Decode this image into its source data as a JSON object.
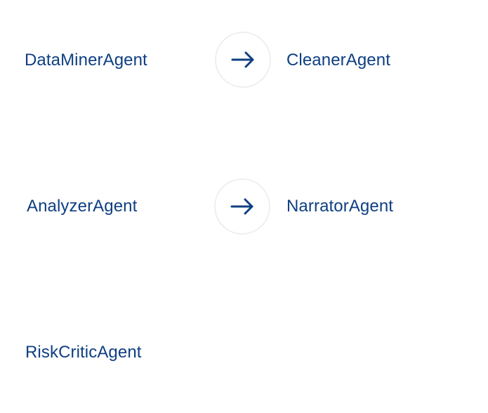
{
  "nodes": [
    {
      "id": "data-miner",
      "label": "DataMinerAgent"
    },
    {
      "id": "cleaner",
      "label": "CleanerAgent"
    },
    {
      "id": "analyzer",
      "label": "AnalyzerAgent"
    },
    {
      "id": "narrator",
      "label": "NarratorAgent"
    },
    {
      "id": "risk-critic",
      "label": "RiskCriticAgent"
    }
  ],
  "connectors": [
    {
      "from": "DataMinerAgent",
      "to": "CleanerAgent",
      "icon": "arrow-right-icon"
    },
    {
      "from": "AnalyzerAgent",
      "to": "NarratorAgent",
      "icon": "arrow-right-icon"
    }
  ],
  "colors": {
    "text": "#0f3f82",
    "arrow": "#0f3f82",
    "circle_border": "#efefef",
    "background": "#ffffff"
  }
}
